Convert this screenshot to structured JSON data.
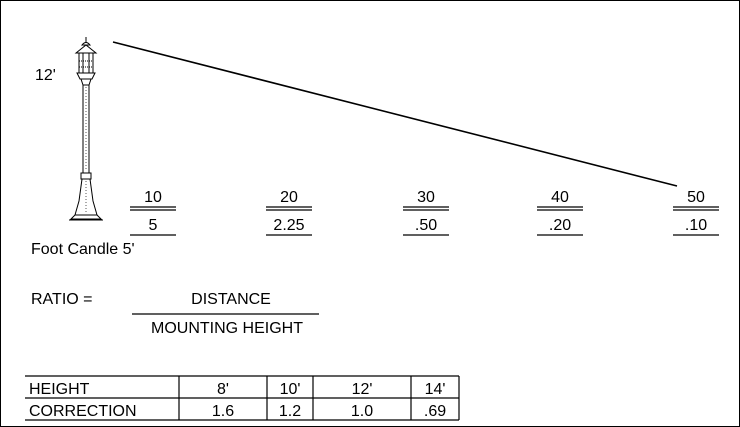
{
  "mounting_height_label": "12'",
  "distance_over_footcandle": [
    {
      "distance": "10",
      "footcandles": "5"
    },
    {
      "distance": "20",
      "footcandles": "2.25"
    },
    {
      "distance": "30",
      "footcandles": ".50"
    },
    {
      "distance": "40",
      "footcandles": ".20"
    },
    {
      "distance": "50",
      "footcandles": ".10"
    }
  ],
  "footcandle_caption": "Foot Candle 5'",
  "ratio": {
    "label": "RATIO =",
    "numerator": "DISTANCE",
    "denominator": "MOUNTING HEIGHT"
  },
  "correction_table": {
    "row_headers": [
      "HEIGHT",
      "CORRECTION"
    ],
    "heights": [
      "8'",
      "10'",
      "12'",
      "14'"
    ],
    "corrections": [
      "1.6",
      "1.2",
      "1.0",
      ".69"
    ]
  }
}
